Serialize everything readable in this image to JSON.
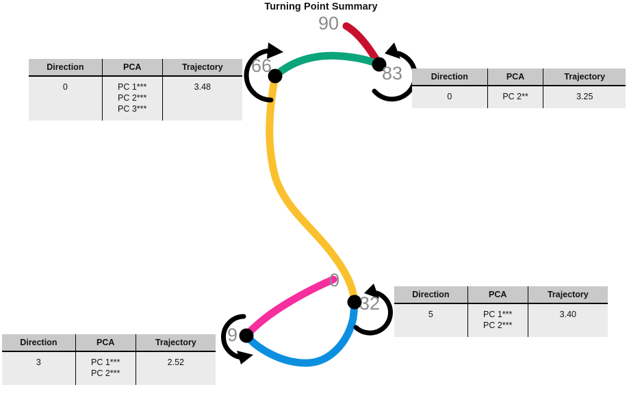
{
  "title": "Turning Point Summary",
  "colors": {
    "red": "#c8102e",
    "green": "#0ba57c",
    "yellow": "#fbc02d",
    "pink": "#f62e9e",
    "blue": "#0d8fe0",
    "node": "#000000",
    "label_gray": "#8b8b8b",
    "table_header_bg": "#c9c9c9",
    "table_body_bg": "#ebebeb"
  },
  "tables": {
    "headers": [
      "Direction",
      "PCA",
      "Trajectory"
    ],
    "top_left": {
      "direction": "0",
      "pca": "PC 1***\nPC 2***\nPC 3***",
      "trajectory": "3.48"
    },
    "top_right": {
      "direction": "0",
      "pca": "PC 2**",
      "trajectory": "3.25"
    },
    "bottom_right": {
      "direction": "5",
      "pca": "PC 1***\nPC 2***",
      "trajectory": "3.40"
    },
    "bottom_left": {
      "direction": "3",
      "pca": "PC 1***\nPC 2***",
      "trajectory": "2.52"
    }
  },
  "diagram": {
    "node_labels": {
      "n66": "66",
      "n83": "83",
      "n32": "32",
      "n9": "9"
    },
    "endpoint_labels": {
      "red_end": "90",
      "pink_end": "0"
    },
    "segments": [
      {
        "name": "red-segment",
        "color": "#c8102e"
      },
      {
        "name": "green-segment",
        "color": "#0ba57c"
      },
      {
        "name": "yellow-segment",
        "color": "#fbc02d"
      },
      {
        "name": "pink-segment",
        "color": "#f62e9e"
      },
      {
        "name": "blue-segment",
        "color": "#0d8fe0"
      }
    ]
  }
}
